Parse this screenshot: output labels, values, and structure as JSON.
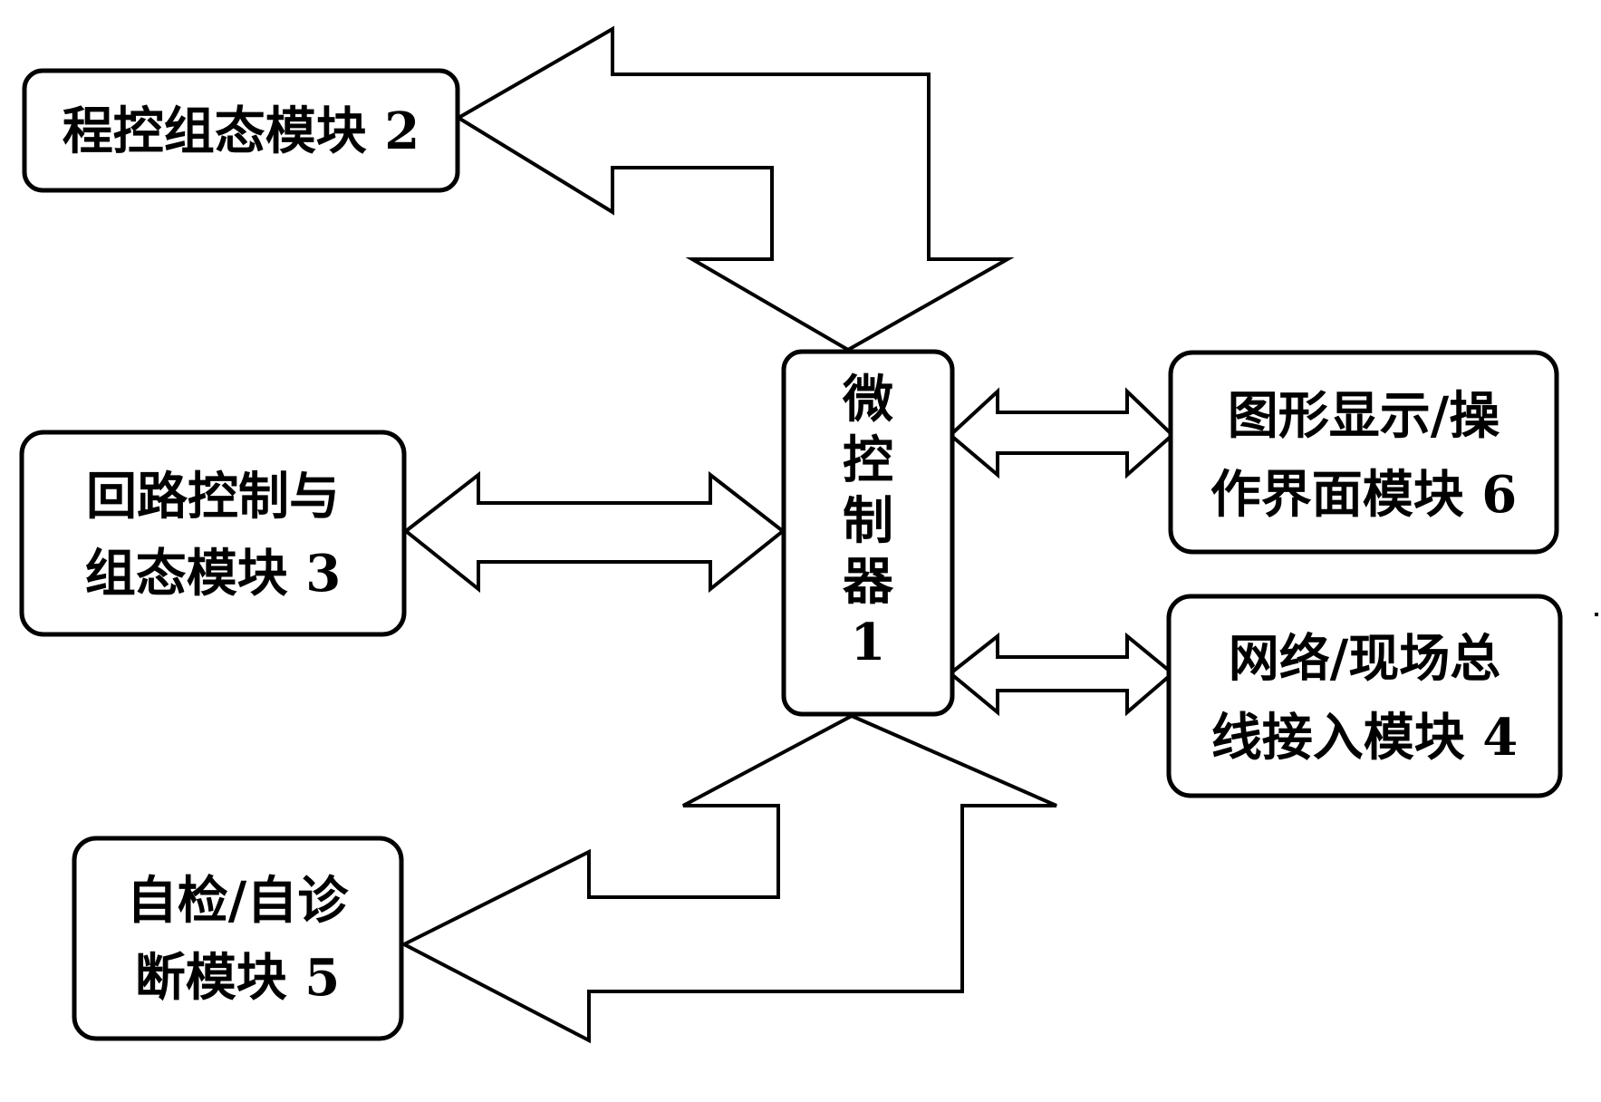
{
  "modules": {
    "microcontroller": {
      "lines": [
        "微",
        "控",
        "制",
        "器",
        "1"
      ]
    },
    "program_config": {
      "lines": [
        "程控组态模块 2"
      ]
    },
    "loop_control": {
      "lines": [
        "回路控制与",
        "组态模块 3"
      ]
    },
    "self_check": {
      "lines": [
        "自检/自诊",
        "断模块 5"
      ]
    },
    "graphic_display": {
      "lines": [
        "图形显示/操",
        "作界面模块 6"
      ]
    },
    "network_fieldbus": {
      "lines": [
        "网络/现场总",
        "线接入模块 4"
      ]
    }
  }
}
